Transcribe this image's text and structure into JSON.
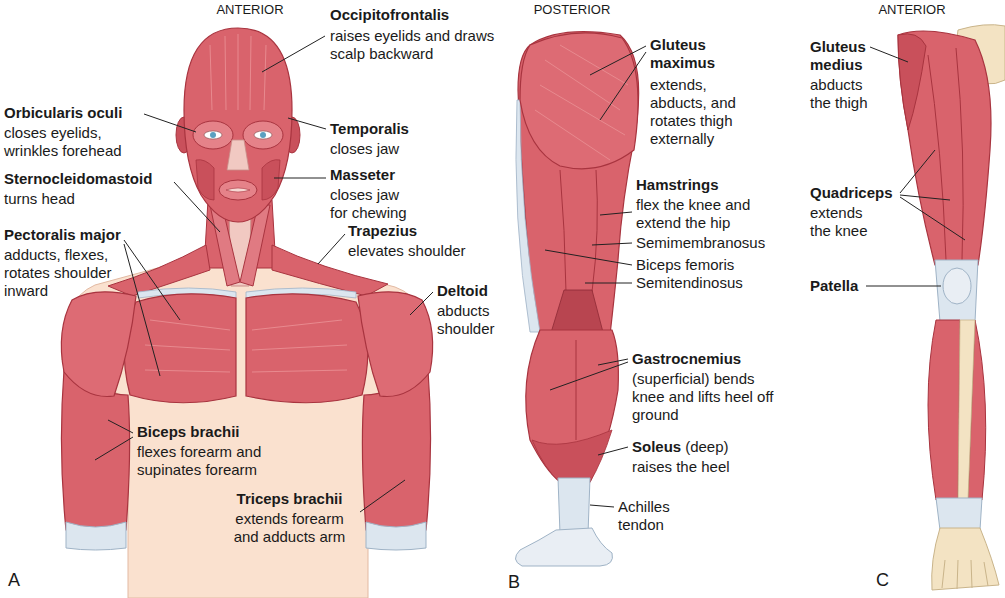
{
  "diagram": {
    "labels": [
      "ANTERIOR",
      "POSTERIOR",
      "ANTERIOR",
      "Occipitofrontalis",
      "raises eyelids and draws scalp backward",
      "Orbicularis oculi",
      "closes eyelids, wrinkles forehead",
      "Temporalis",
      "closes jaw",
      "Sternocleidomastoid",
      "turns head",
      "Masseter",
      "closes jaw for chewing",
      "Trapezius",
      "elevates shoulder",
      "Pectoralis major",
      "adducts, flexes, rotates shoulder inward",
      "Deltoid",
      "abducts shoulder",
      "Biceps brachii",
      "flexes forearm and supinates forearm",
      "Triceps brachii",
      "extends forearm and adducts arm",
      "Gluteus maximus",
      "extends, abducts, and rotates thigh externally",
      "Hamstrings",
      "flex the knee and extend the hip",
      "Semimembranosus",
      "Biceps femoris",
      "Semitendinosus",
      "Gastrocnemius",
      "(superficial) bends knee and lifts heel off ground",
      "Soleus",
      "(deep)",
      "raises the heel",
      "Achilles tendon",
      "Gluteus medius",
      "abducts the thigh",
      "Quadriceps",
      "extends the knee",
      "Patella",
      "A",
      "B",
      "C"
    ]
  }
}
